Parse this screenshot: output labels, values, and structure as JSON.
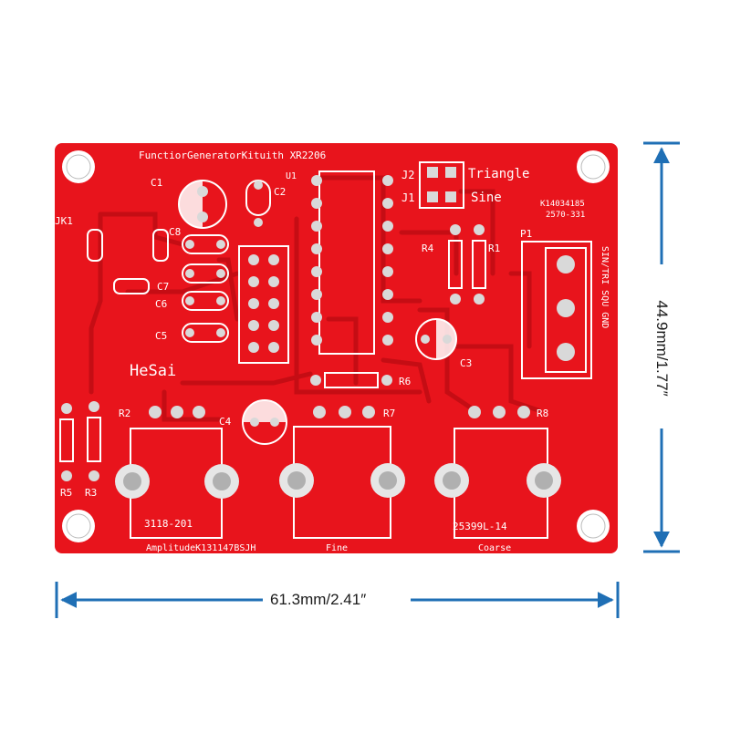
{
  "board": {
    "title": "FunctiorGeneratorKituith XR2206",
    "brand": "HeSai",
    "part_code": "K14034185",
    "part_code2": "2570-331",
    "colors": {
      "board": "#e8141c",
      "trace": "#c50d14",
      "silk": "#ffffff",
      "pad": "#d9d9d9"
    }
  },
  "labels": {
    "u1": "U1",
    "j1": "J1",
    "j2": "J2",
    "p1": "P1",
    "jk1": "JK1",
    "triangle": "Triangle",
    "sine": "Sine",
    "c1": "C1",
    "c2": "C2",
    "c3": "C3",
    "c4": "C4",
    "c5": "C5",
    "c6": "C6",
    "c7": "C7",
    "c8": "C8",
    "r1": "R1",
    "r2": "R2",
    "r3": "R3",
    "r4": "R4",
    "r5": "R5",
    "r6": "R6",
    "r7": "R7",
    "r8": "R8",
    "p1_pins": "SIN/TRI SQU GND",
    "pot1_code": "3118-201",
    "pot3_code": "25399L-14",
    "amplitude": "AmplitudeK131147BSJH",
    "fine": "Fine",
    "coarse": "Coarse"
  },
  "dimensions": {
    "width": "61.3mm/2.41″",
    "height": "44.9mm/1.77″",
    "color": "#1f6fb5"
  }
}
